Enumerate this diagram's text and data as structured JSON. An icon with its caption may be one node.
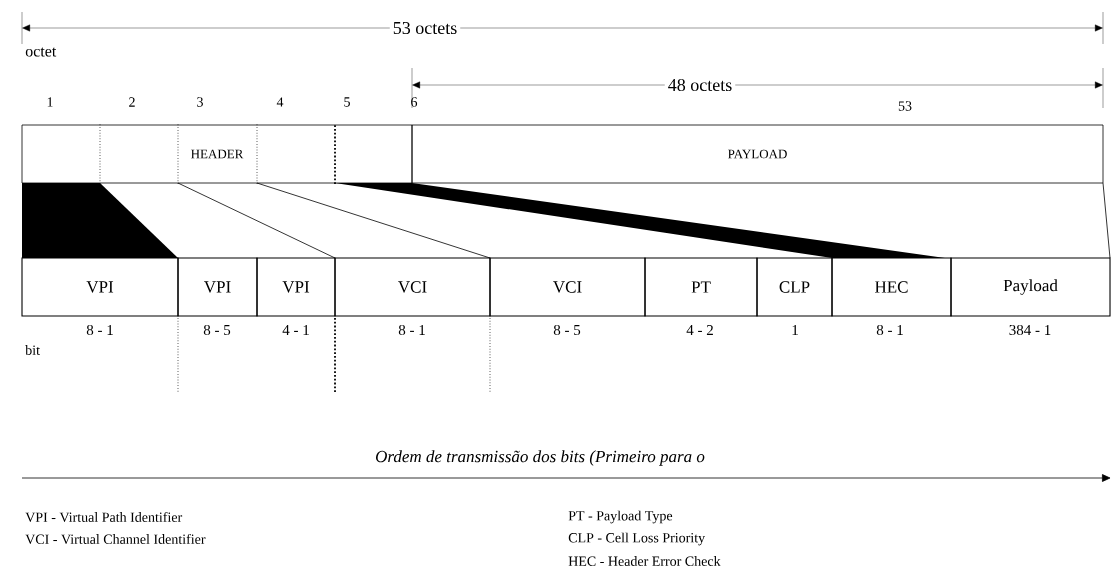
{
  "diagram": {
    "nodes": [
      {
        "text": [
          "HEADER"
        ]
      },
      {
        "text": [
          "PAYLOAD"
        ]
      },
      {
        "text": [
          "VPI"
        ],
        "beside": [
          "8 - 1"
        ]
      },
      {
        "text": [
          "VPI"
        ],
        "beside": [
          "8 - 5"
        ]
      },
      {
        "text": [
          "VPI"
        ],
        "beside": [
          "4 - 1"
        ]
      },
      {
        "text": [
          "VCI"
        ],
        "beside": [
          "8 - 1"
        ]
      },
      {
        "text": [
          "VCI"
        ],
        "beside": [
          "8 - 5"
        ]
      },
      {
        "text": [
          "PT"
        ],
        "beside": [
          "4 - 2"
        ]
      },
      {
        "text": [
          "CLP"
        ],
        "beside": [
          "1"
        ]
      },
      {
        "text": [
          "HEC"
        ],
        "beside": [
          "8 - 1"
        ]
      },
      {
        "text": [
          "Payload"
        ],
        "beside": [
          "384 - 1"
        ]
      }
    ],
    "edges": [
      {
        "from": 0,
        "to": 4,
        "arrow": "none"
      },
      {
        "from": 0,
        "to": 5,
        "arrow": "none"
      },
      {
        "from": 1,
        "to": 10,
        "arrow": "none"
      }
    ],
    "labels": [
      "53 octets",
      "octet",
      "48 octets",
      "1",
      "2",
      "3",
      "4",
      "5",
      "6",
      "53",
      "bit",
      "Ordem de transmissão dos bits (Primeiro para o",
      "VPI - Virtual Path Identifier",
      "PT - Payload Type",
      "VCI - Virtual Channel Identifier",
      "CLP - Cell Loss Priority",
      "HEC - Header Error Check"
    ]
  }
}
